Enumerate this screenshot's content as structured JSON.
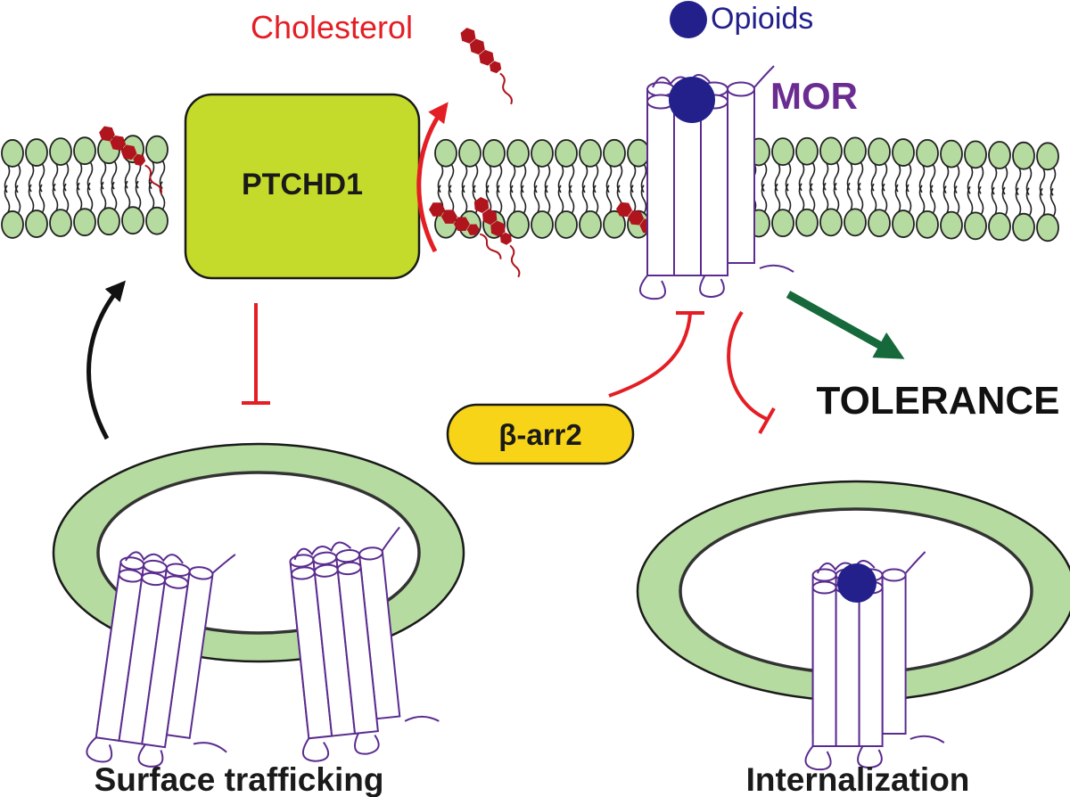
{
  "labels": {
    "cholesterol": "Cholesterol",
    "opioids": "Opioids",
    "mor": "MOR",
    "ptchd1": "PTCHD1",
    "barr2": "β-arr2",
    "tolerance": "TOLERANCE",
    "surface_trafficking": "Surface trafficking",
    "internalization": "Internalization"
  },
  "colors": {
    "lipid_head": "#b5dba0",
    "lipid_outline": "#222222",
    "ptchd1_fill": "#c5db2b",
    "cholesterol": "#b0141c",
    "cholesterol_label": "#e31e24",
    "inhibition": "#e31e24",
    "opioid": "#23208c",
    "mor_label": "#6a2c91",
    "receptor_outline": "#5b2c8f",
    "barr2_fill": "#f7d417",
    "tolerance_arrow": "#15693a",
    "trafficking_arrow": "#111111",
    "vesicle": "#b5dba0"
  }
}
